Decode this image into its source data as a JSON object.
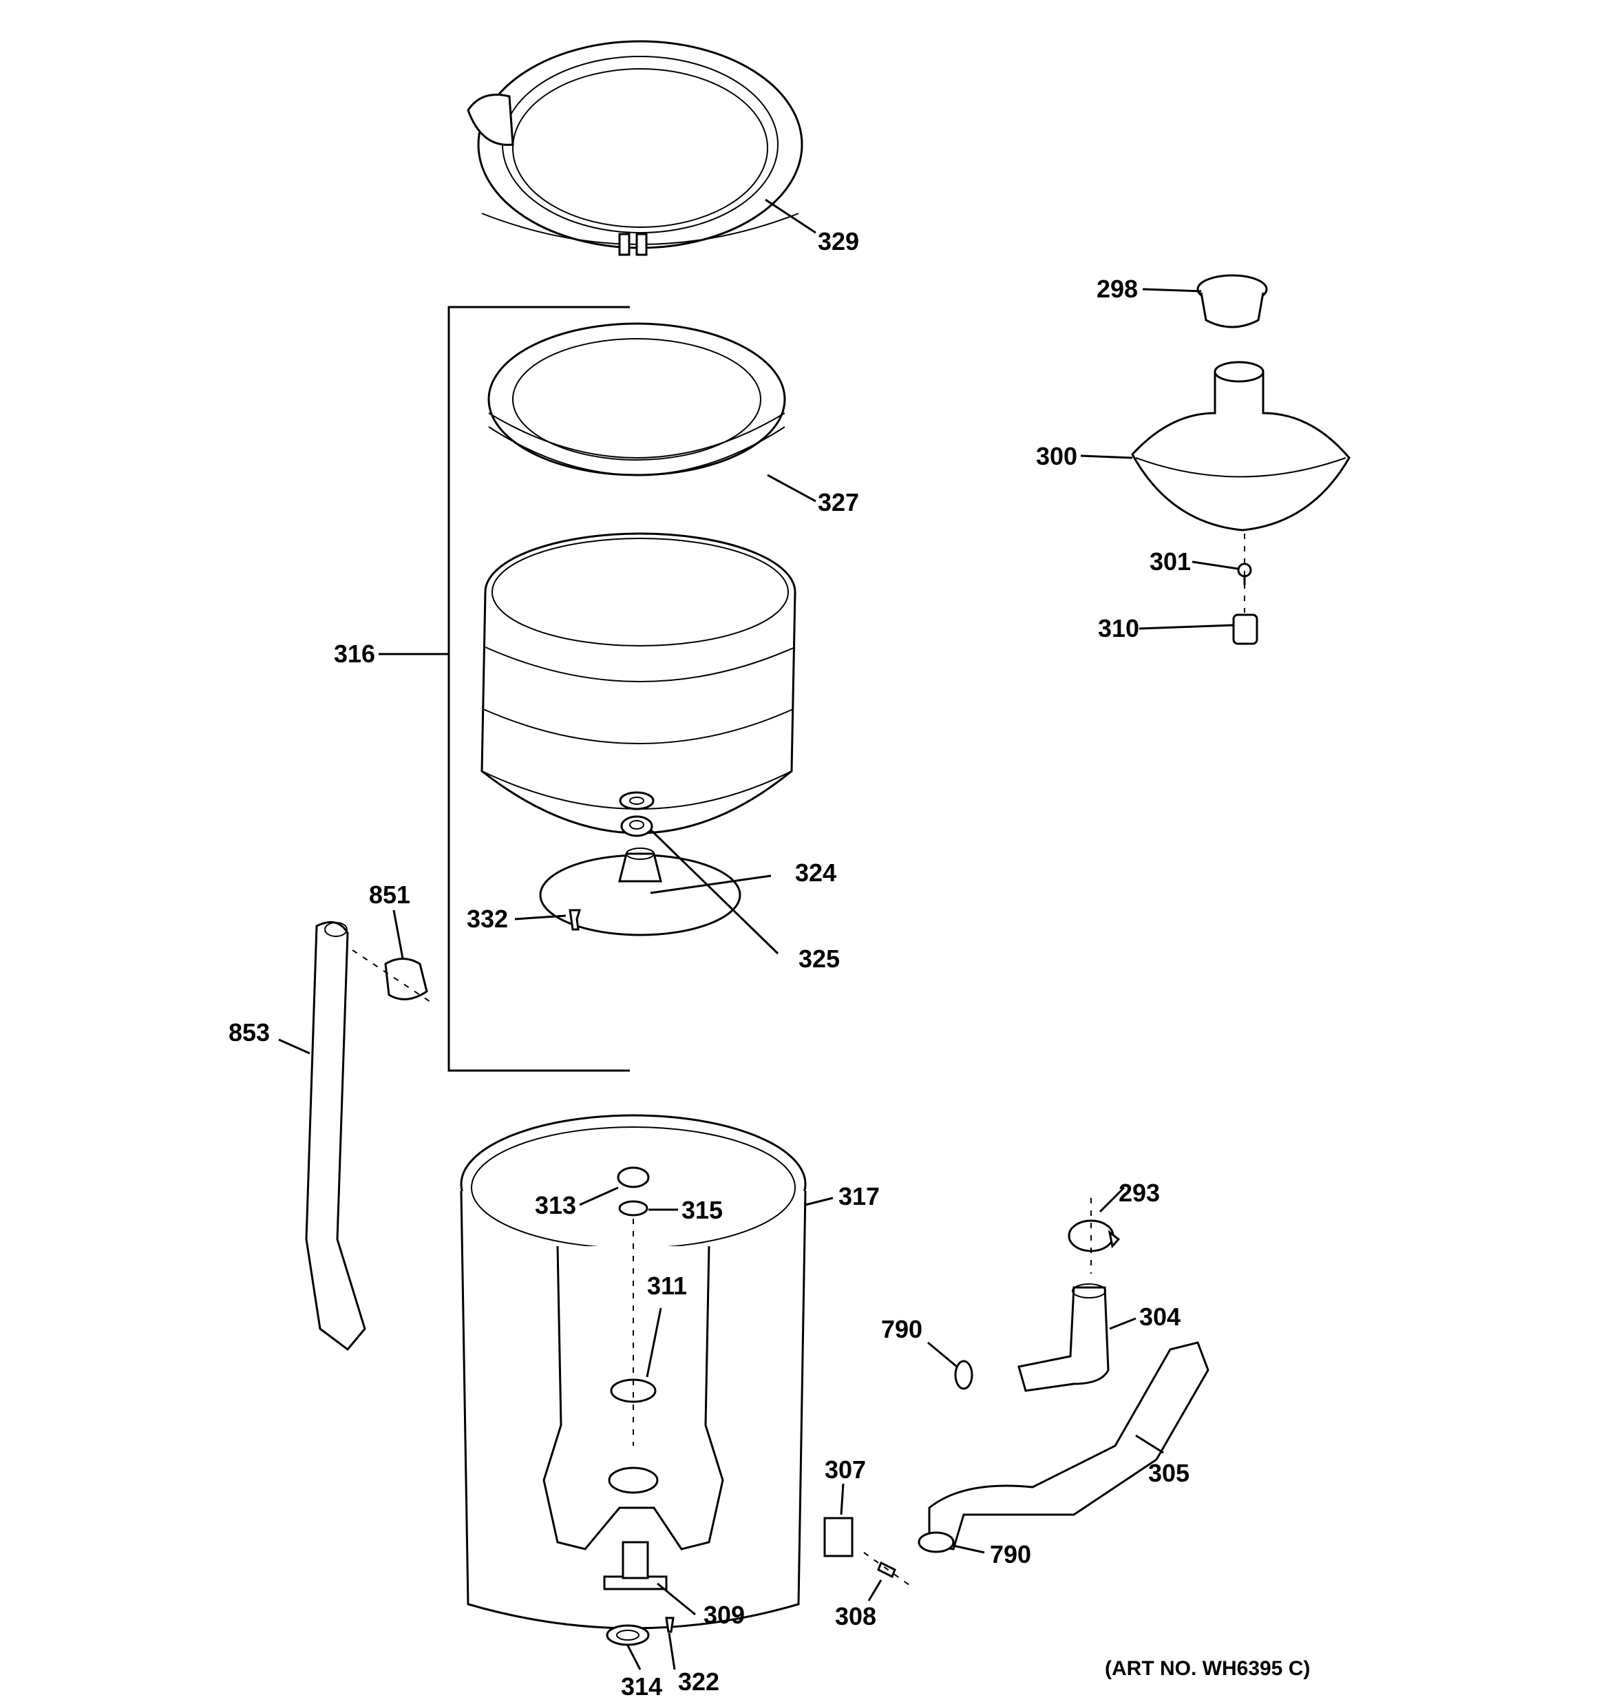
{
  "art_number": "(ART NO. WH6395 C)",
  "callouts": {
    "c329": "329",
    "c298": "298",
    "c300": "300",
    "c301": "301",
    "c310": "310",
    "c327": "327",
    "c316": "316",
    "c324": "324",
    "c332": "332",
    "c325": "325",
    "c851": "851",
    "c853": "853",
    "c317": "317",
    "c313": "313",
    "c315": "315",
    "c293": "293",
    "c311": "311",
    "c790a": "790",
    "c304": "304",
    "c305": "305",
    "c307": "307",
    "c790b": "790",
    "c309": "309",
    "c308": "308",
    "c314": "314",
    "c322": "322"
  }
}
